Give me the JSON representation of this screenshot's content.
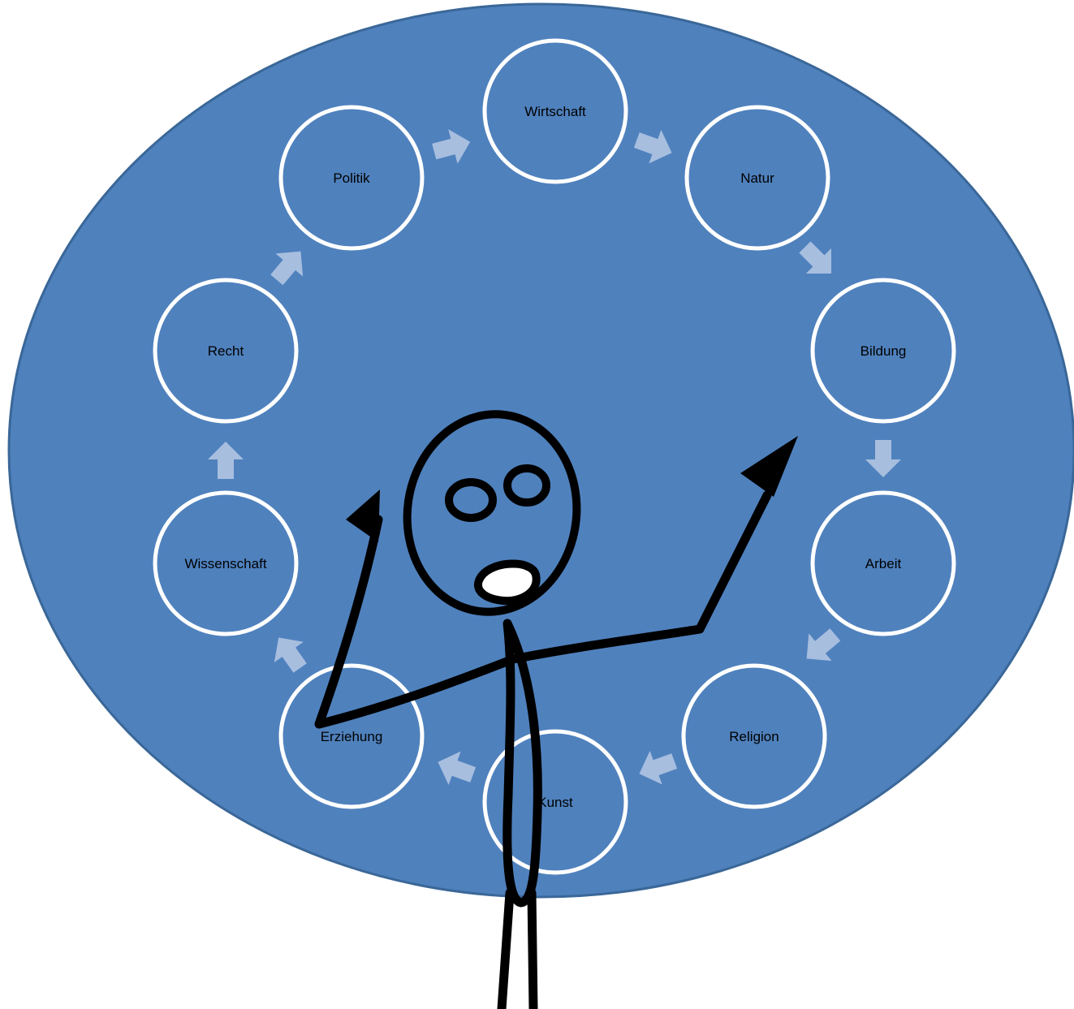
{
  "diagram": {
    "type": "cycle",
    "nodes": [
      {
        "id": "wirtschaft",
        "label": "Wirtschaft"
      },
      {
        "id": "natur",
        "label": "Natur"
      },
      {
        "id": "bildung",
        "label": "Bildung"
      },
      {
        "id": "arbeit",
        "label": "Arbeit"
      },
      {
        "id": "religion",
        "label": "Religion"
      },
      {
        "id": "kunst",
        "label": "Kunst"
      },
      {
        "id": "erziehung",
        "label": "Erziehung"
      },
      {
        "id": "wissenschaft",
        "label": "Wissenschaft"
      },
      {
        "id": "recht",
        "label": "Recht"
      },
      {
        "id": "politik",
        "label": "Politik"
      }
    ],
    "direction": "clockwise"
  },
  "colors": {
    "background_ellipse": "#4f81bd",
    "ellipse_border": "#3a6798",
    "node_stroke": "#ffffff",
    "arrow": "#a7bedf",
    "figure": "#000000"
  },
  "figure": {
    "name": "stick-figure",
    "icon": "stick-figure-pointing-icon"
  }
}
